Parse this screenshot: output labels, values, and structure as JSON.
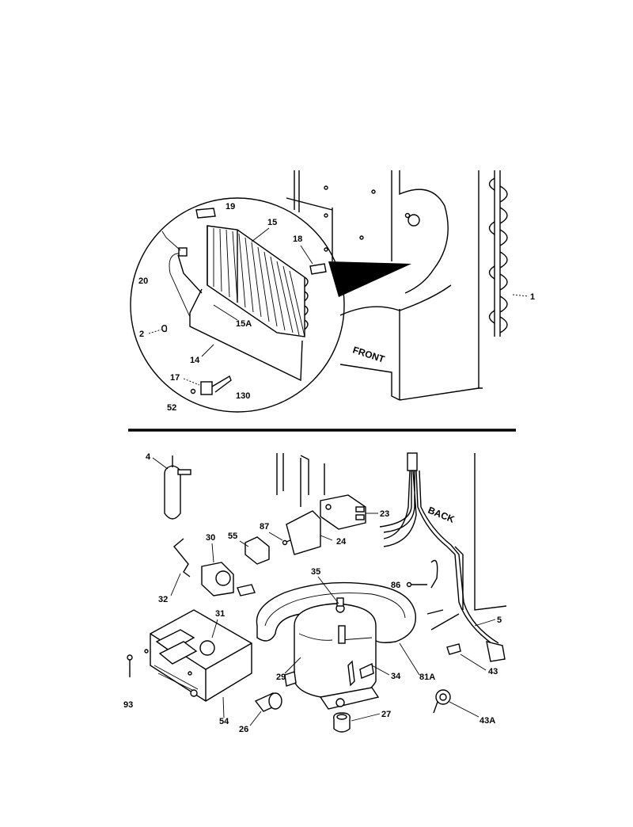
{
  "labels": {
    "p1": "1",
    "p2": "2",
    "p4": "4",
    "p5": "5",
    "p14": "14",
    "p15": "15",
    "p15a": "15A",
    "p17": "17",
    "p18": "18",
    "p19": "19",
    "p20": "20",
    "p23": "23",
    "p24": "24",
    "p26": "26",
    "p27": "27",
    "p29": "29",
    "p30": "30",
    "p31": "31",
    "p32": "32",
    "p34": "34",
    "p35": "35",
    "p43": "43",
    "p43a": "43A",
    "p52": "52",
    "p54": "54",
    "p55": "55",
    "p81a": "81A",
    "p86": "86",
    "p87": "87",
    "p93": "93",
    "p130": "130"
  },
  "text": {
    "front": "FRONT",
    "back": "BACK"
  }
}
